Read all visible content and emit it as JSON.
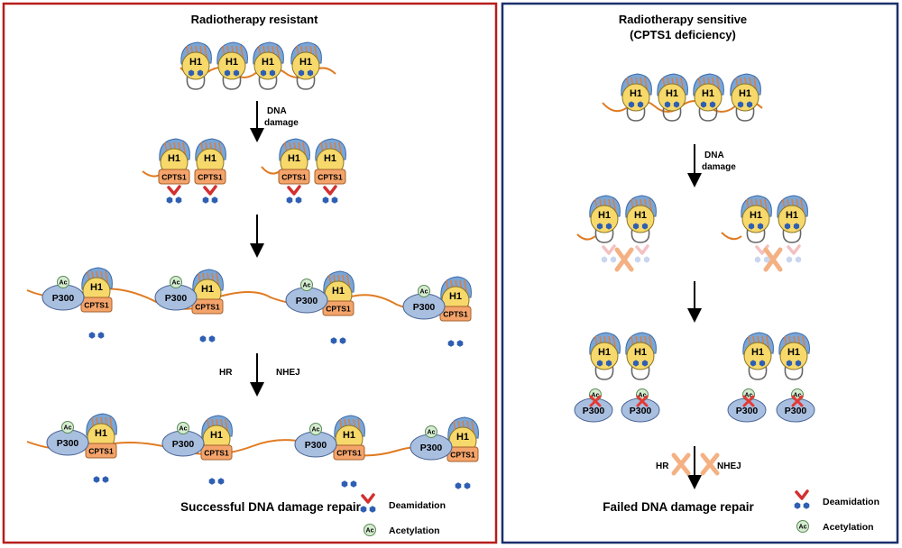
{
  "panels": {
    "left": {
      "title": "Radiotherapy resistant",
      "step1": "DNA damage",
      "hr_label": "HR",
      "nhej_label": "NHEJ",
      "bottom_text": "Successful DNA damage repair",
      "border_color": "#b71c1c"
    },
    "right": {
      "title_line1": "Radiotherapy sensitive",
      "title_line2": "(CPTS1 deficiency)",
      "step1": "DNA damage",
      "hr_label": "HR",
      "nhej_label": "NHEJ",
      "bottom_text": "Failed DNA damage repair",
      "border_color": "#1a2f6b"
    }
  },
  "labels": {
    "histone": "H1",
    "cpts1": "CPTS1",
    "p300": "P300",
    "ac": "Ac"
  },
  "legend": {
    "deamidation": "Deamidation",
    "acetylation": "Acetylation"
  },
  "colors": {
    "histone_fill": "#f7d96b",
    "histone_top": "#7aa6d6",
    "histone_stripe": "#e07b39",
    "cpts1_fill": "#f4a46a",
    "p300_fill": "#a9bfe0",
    "dot_fill": "#2f5fb3",
    "dna": "#e07b22",
    "check": "#d32f2f",
    "cross_x": "#f4b183",
    "ac_fill": "#d5ecd1"
  }
}
